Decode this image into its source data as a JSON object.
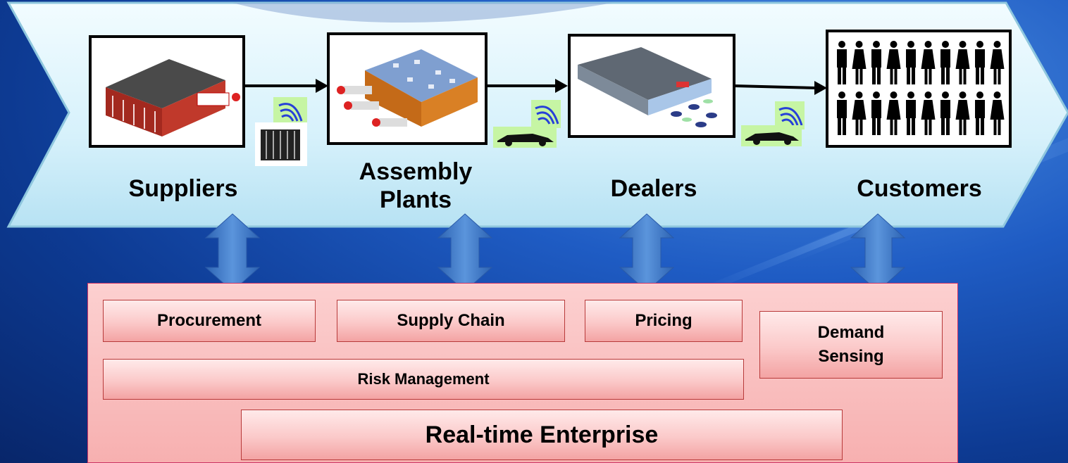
{
  "stages": [
    {
      "id": "suppliers",
      "label": "Suppliers"
    },
    {
      "id": "assembly",
      "label": "Assembly\nPlants"
    },
    {
      "id": "dealers",
      "label": "Dealers"
    },
    {
      "id": "customers",
      "label": "Customers"
    }
  ],
  "functions": {
    "procurement": "Procurement",
    "supply_chain": "Supply Chain",
    "pricing": "Pricing",
    "demand_sensing": "Demand\nSensing",
    "risk_management": "Risk Management",
    "enterprise": "Real-time Enterprise"
  },
  "colors": {
    "band": "#d7f2fb",
    "panel": "#f9bcbc",
    "arrow": "#3a74c4",
    "chip": "#c6f5a4"
  },
  "icons": [
    "factory-image",
    "assembly-plant-image",
    "dealership-image",
    "customers-people-icon",
    "rfid-signal-icon",
    "container-crate-icon",
    "car-icon"
  ]
}
